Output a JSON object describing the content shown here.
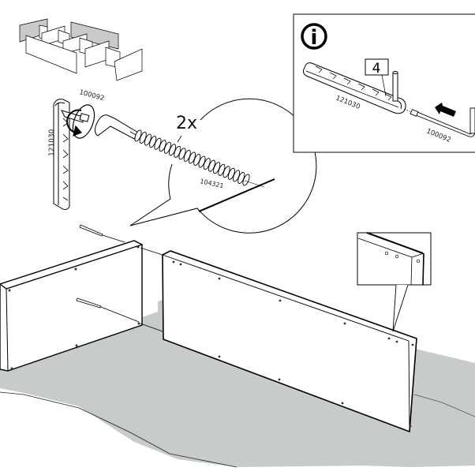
{
  "diagram": {
    "type": "assembly-instruction-step",
    "overview_icon": "drawer-organizer-overview",
    "parts": {
      "rail": "121030",
      "hex_key": "100092",
      "screw": "104321"
    },
    "quantity_label": "2x",
    "info_panel": {
      "icon": "info-icon",
      "icon_glyph": "i",
      "slot_number": "4",
      "rail_label": "121030",
      "key_label": "100092",
      "arrow_direction": "left"
    },
    "detail_callout": "panel-end-holes-detail"
  },
  "colors": {
    "floor": "#c8cbcb",
    "ink": "#000000",
    "panel_shade": "#c9cbcb",
    "background": "#ffffff"
  }
}
